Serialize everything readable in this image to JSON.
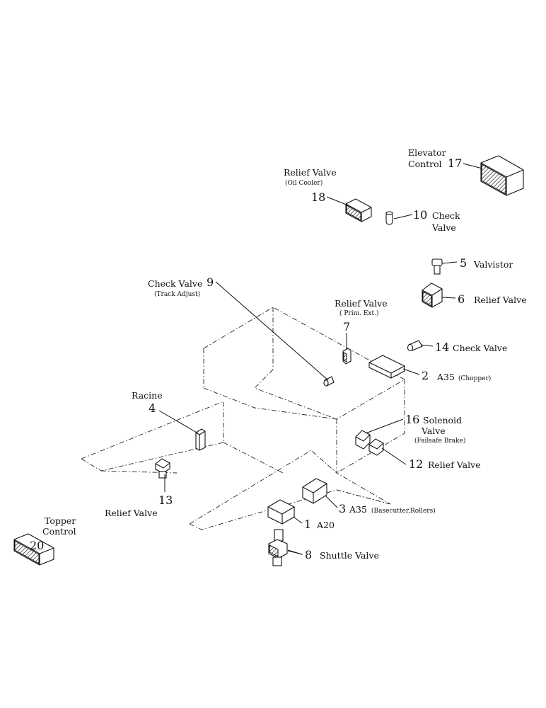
{
  "labels": {
    "elevator_control": {
      "line1": "Elevator",
      "line2": "Control",
      "num": "17"
    },
    "relief_oil_cooler": {
      "line1": "Relief Valve",
      "sub": "(Oil Cooler)",
      "num": "18"
    },
    "check_valve_10": {
      "num": "10",
      "line1": "Check",
      "line2": "Valve"
    },
    "valvistor": {
      "num": "5",
      "line1": "Valvistor"
    },
    "relief_6": {
      "num": "6",
      "line1": "Relief Valve"
    },
    "check_track": {
      "line1": "Check Valve",
      "num": "9",
      "sub": "(Track Adjust)"
    },
    "relief_prim": {
      "line1": "Relief Valve",
      "sub": "( Prim. Ext.)",
      "num": "7"
    },
    "check_14": {
      "num": "14",
      "line1": "Check Valve"
    },
    "a35_chopper": {
      "num": "2",
      "line1": "A35",
      "sub": "(Chopper)"
    },
    "racine": {
      "line1": "Racine",
      "num": "4"
    },
    "solenoid": {
      "num": "16",
      "line1": "Solenoid",
      "line2": "Valve",
      "sub": "(Failsafe Brake)"
    },
    "relief_12": {
      "num": "12",
      "line1": "Relief Valve"
    },
    "relief_13": {
      "num": "13",
      "line1": "Relief Valve"
    },
    "a35_base": {
      "num": "3",
      "line1": "A35",
      "sub": "(Basecutter,Rollers)"
    },
    "a20": {
      "num": "1",
      "line1": "A20"
    },
    "topper": {
      "line1": "Topper",
      "line2": "Control",
      "num": "20"
    },
    "shuttle": {
      "num": "8",
      "line1": "Shuttle Valve"
    }
  }
}
